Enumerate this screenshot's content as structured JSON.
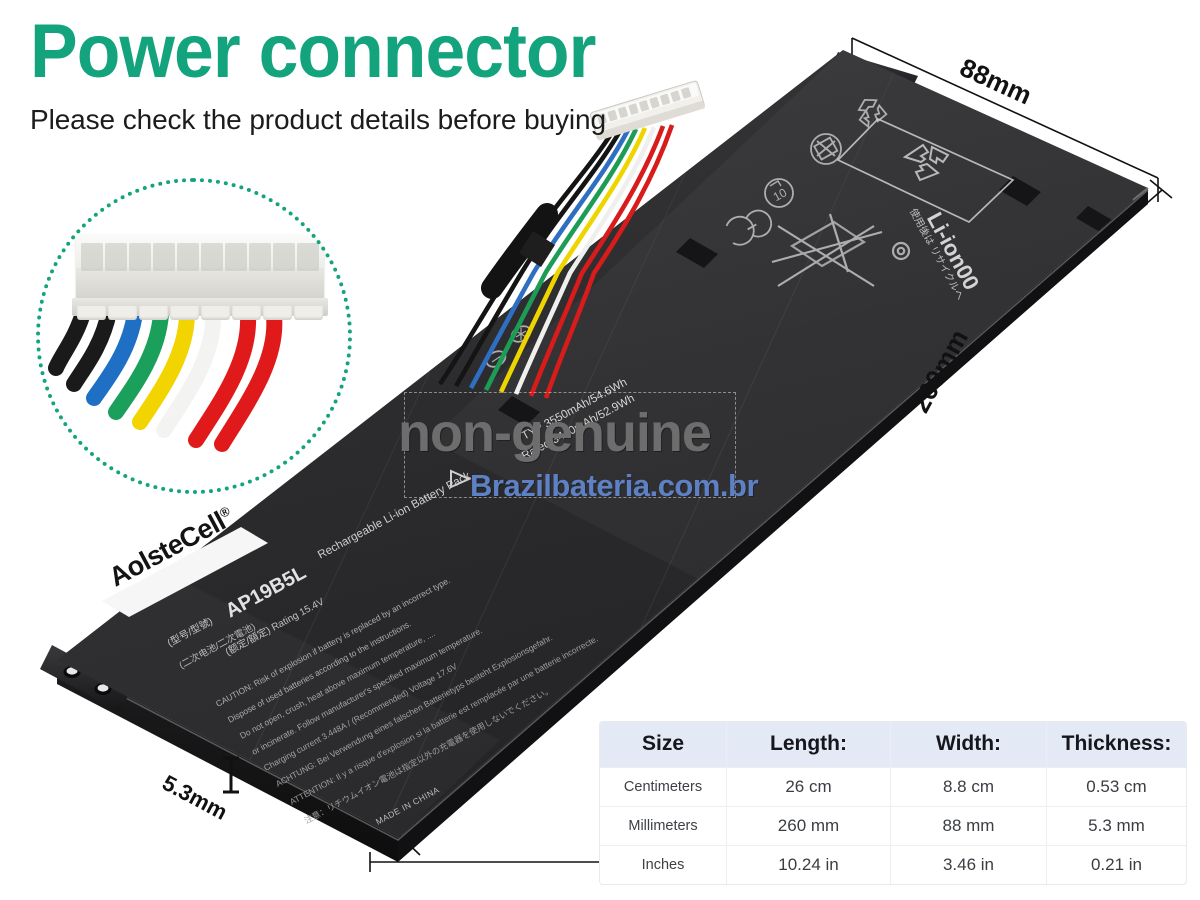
{
  "header": {
    "title": "Power connector",
    "subtitle": "Please check the product details before buying",
    "title_color": "#13a47e"
  },
  "inset": {
    "name": "connector-closeup",
    "circle_color": "#13a47e",
    "wire_colors": [
      "#1a1a1a",
      "#1a1a1a",
      "#1f6fc4",
      "#1aa05a",
      "#f2d400",
      "#f3f3f1",
      "#e01a1a",
      "#e01a1a"
    ],
    "pin_count": 10
  },
  "dimensions": {
    "width_label": "88mm",
    "length_label": "260mm",
    "thickness_label": "5.3mm"
  },
  "watermark": {
    "main": "non-genuine",
    "site": "Brazilbateria.com.br",
    "main_color": "#6d6d6d",
    "site_color": "#5d81c4"
  },
  "battery": {
    "brand": "AolsteCell",
    "brand_mark": "®",
    "model": "AP19B5L",
    "type_line": "Rechargeable Li-ion Battery Pack",
    "cn_line_1": "(型号/型號)",
    "cn_line_2": "(二次电池/二次電池)",
    "cn_line_3": "(额定/額定) Rating 15.4V",
    "rating": "Rating 15.4V",
    "typ_capacity": "TYP 3550mAh/54.6Wh",
    "rated_capacity": "Rated 3440mAh/52.9Wh",
    "caution": "CAUTION: Risk of explosion if battery is replaced by an incorrect type.",
    "caution_2": "Dispose of used batteries according to the instructions.",
    "caution_3": "Do not open, crush, heat above maximum temperature, ....",
    "caution_4": "or incinerate. Follow manufacturer's specified maximum temperature.",
    "charging": "Charging current 3.448A / (Recommended) Voltage 17.6V",
    "achtung": "ACHTUNG: Bei Verwendung eines falschen Batterietyps besteht Explosionsgefahr.",
    "attention": "ATTENTION: Il y a risque d'explosion si la batterie est remplacée par une batterie incorrecte.",
    "jp_line": "注意：リチウムイオン電池は指定以外の充電器を使用しないでください。",
    "made_in": "MADE IN CHINA",
    "li_ion_mark": "Li-ion00",
    "jp_recycle": "使用後は リサイクルへ",
    "ce_mark": "CE"
  },
  "spec_table": {
    "name": "dimension-table",
    "headers": [
      "Size",
      "Length:",
      "Width:",
      "Thickness:"
    ],
    "rows": [
      {
        "unit": "Centimeters",
        "length": "26 cm",
        "width": "8.8 cm",
        "thickness": "0.53 cm"
      },
      {
        "unit": "Millimeters",
        "length": "260 mm",
        "width": "88 mm",
        "thickness": "5.3 mm"
      },
      {
        "unit": "Inches",
        "length": "10.24 in",
        "width": "3.46 in",
        "thickness": "0.21 in"
      }
    ],
    "header_bg": "#e4e9f6"
  }
}
